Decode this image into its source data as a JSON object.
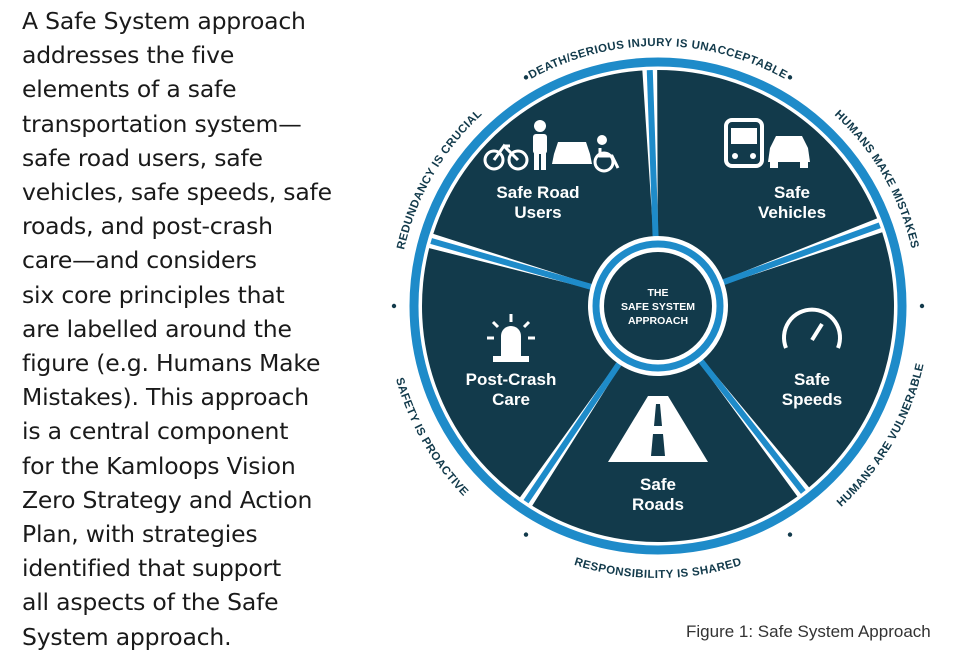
{
  "body_text": {
    "lines": [
      "A Safe System approach",
      "addresses the five",
      "elements of a safe",
      "transportation system—",
      "safe road users, safe",
      "vehicles, safe speeds, safe",
      "roads, and post-crash",
      "care—and considers",
      "six core principles that",
      "are labelled around the",
      "figure (e.g. Humans Make",
      "Mistakes). This approach",
      "is a central component",
      "for the Kamloops Vision",
      "Zero Strategy and Action",
      "Plan, with strategies",
      "identified that support",
      "all aspects of the Safe",
      "System approach."
    ]
  },
  "diagram": {
    "center": {
      "line1": "THE",
      "line2": "SAFE SYSTEM",
      "line3": "APPROACH"
    },
    "segments": [
      {
        "line1": "Safe Road",
        "line2": "Users",
        "icon": "road-users-icon"
      },
      {
        "line1": "Safe",
        "line2": "Vehicles",
        "icon": "vehicles-icon"
      },
      {
        "line1": "Safe",
        "line2": "Speeds",
        "icon": "speedometer-icon"
      },
      {
        "line1": "Safe",
        "line2": "Roads",
        "icon": "road-icon"
      },
      {
        "line1": "Post-Crash",
        "line2": "Care",
        "icon": "emergency-light-icon"
      }
    ],
    "principles": [
      "DEATH/SERIOUS INJURY IS UNACCEPTABLE",
      "HUMANS MAKE MISTAKES",
      "HUMANS ARE VULNERABLE",
      "RESPONSIBILITY IS SHARED",
      "SAFETY IS PROACTIVE",
      "REDUNDANCY IS CRUCIAL"
    ],
    "colors": {
      "ring": "#1e8bc9",
      "segment": "#123a4b",
      "text": "#ffffff",
      "principle_text": "#123a4b"
    }
  },
  "caption": "Figure 1: Safe System Approach"
}
